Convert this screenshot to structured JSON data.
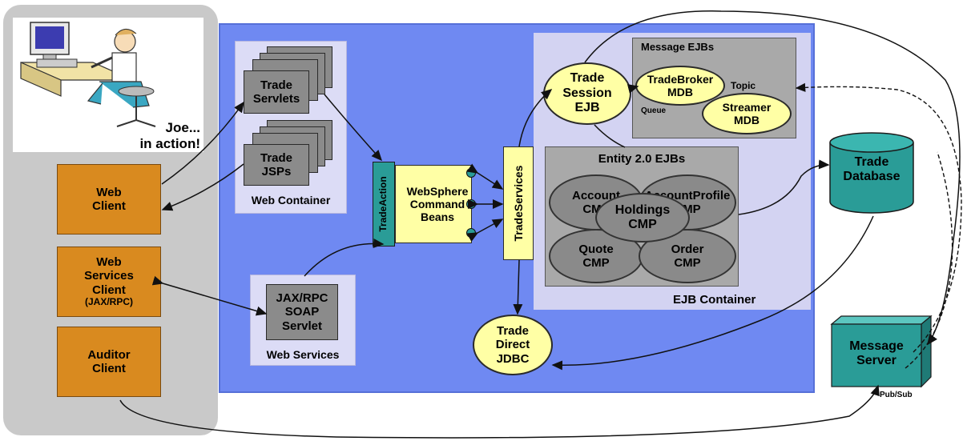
{
  "client": {
    "caption_line1": "Joe...",
    "caption_line2": "in action!",
    "web_client_line1": "Web",
    "web_client_line2": "Client",
    "ws_client_line1": "Web",
    "ws_client_line2": "Services",
    "ws_client_line3": "Client",
    "ws_client_line4": "(JAX/RPC)",
    "auditor_line1": "Auditor",
    "auditor_line2": "Client"
  },
  "web_container": {
    "servlets_line1": "Trade",
    "servlets_line2": "Servlets",
    "jsps_line1": "Trade",
    "jsps_line2": "JSPs",
    "label": "Web Container"
  },
  "web_services": {
    "soap_line1": "JAX/RPC",
    "soap_line2": "SOAP",
    "soap_line3": "Servlet",
    "label": "Web Services"
  },
  "trade_action": {
    "bar_label": "TradeAction",
    "beans_line1": "WebSphere",
    "beans_line2": "Command",
    "beans_line3": "Beans"
  },
  "trade_services": {
    "bar_label": "TradeServices"
  },
  "jdbc": {
    "line1": "Trade",
    "line2": "Direct",
    "line3": "JDBC"
  },
  "ejb": {
    "container_label": "EJB Container",
    "session_line1": "Trade",
    "session_line2": "Session",
    "session_line3": "EJB",
    "message_ejbs_label": "Message EJBs",
    "broker_line1": "TradeBroker",
    "broker_line2": "MDB",
    "topic_label": "Topic",
    "queue_label": "Queue",
    "streamer_line1": "Streamer",
    "streamer_line2": "MDB",
    "entity_label": "Entity 2.0 EJBs",
    "account_line1": "Account",
    "account_line2": "CMP",
    "profile_line1": "AccountProfile",
    "profile_line2": "CMP",
    "holdings_line1": "Holdings",
    "holdings_line2": "CMP",
    "quote_line1": "Quote",
    "quote_line2": "CMP",
    "order_line1": "Order",
    "order_line2": "CMP"
  },
  "database": {
    "line1": "Trade",
    "line2": "Database"
  },
  "message_server": {
    "line1": "Message",
    "line2": "Server",
    "pubsub_label": "Pub/Sub"
  },
  "colors": {
    "client_panel": "#c9c9c9",
    "orange_box": "#d98a1f",
    "server_panel": "#6f89f2",
    "container": "#dcdcf6",
    "yellow": "#ffffa5",
    "teal": "#2a9c97",
    "grey_ellipse": "#8a8a8a"
  }
}
